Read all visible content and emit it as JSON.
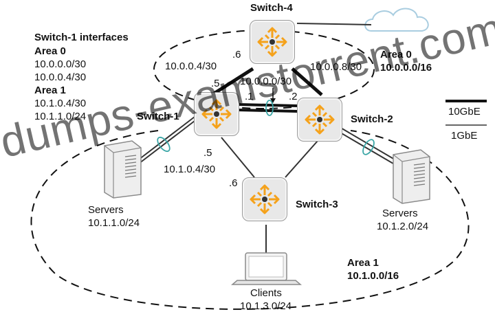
{
  "switches": {
    "s1": "Switch-1",
    "s2": "Switch-2",
    "s3": "Switch-3",
    "s4": "Switch-4"
  },
  "s1_interfaces": {
    "title": "Switch-1 interfaces",
    "area0_label": "Area 0",
    "area0_nets": [
      "10.0.0.0/30",
      "10.0.0.4/30"
    ],
    "area1_label": "Area 1",
    "area1_nets": [
      "10.1.0.4/30",
      "10.1.1.0/24"
    ]
  },
  "links": {
    "s4_s1_net": "10.0.0.4/30",
    "s4_s1_near_s4": ".6",
    "s4_s1_near_s1": ".5",
    "s4_s2_net": "10.0.0.8/30",
    "s1_s2_net": "10.0.0.0/30",
    "s1_s2_near_s1": ".1",
    "s1_s2_near_s2": ".2",
    "s1_s3_net": "10.1.0.4/30",
    "s1_s3_near_s1": ".5",
    "s1_s3_near_s3": ".6"
  },
  "areas": {
    "area0_label": "Area 0",
    "area0_net": "10.0.0.0/16",
    "area1_label": "Area 1",
    "area1_net": "10.1.0.0/16"
  },
  "hosts": {
    "servers_left_label": "Servers",
    "servers_left_net": "10.1.1.0/24",
    "servers_right_label": "Servers",
    "servers_right_net": "10.1.2.0/24",
    "clients_label": "Clients",
    "clients_net": "10.1.3.0/24"
  },
  "legend": {
    "thick": "10GbE",
    "thin": "1GbE"
  },
  "watermark": "dumps-examstorrent.com",
  "colors": {
    "switch_arrows": "#f5a21b",
    "lag_ring": "#3aa6a6",
    "cloud": "#a9cde0"
  }
}
